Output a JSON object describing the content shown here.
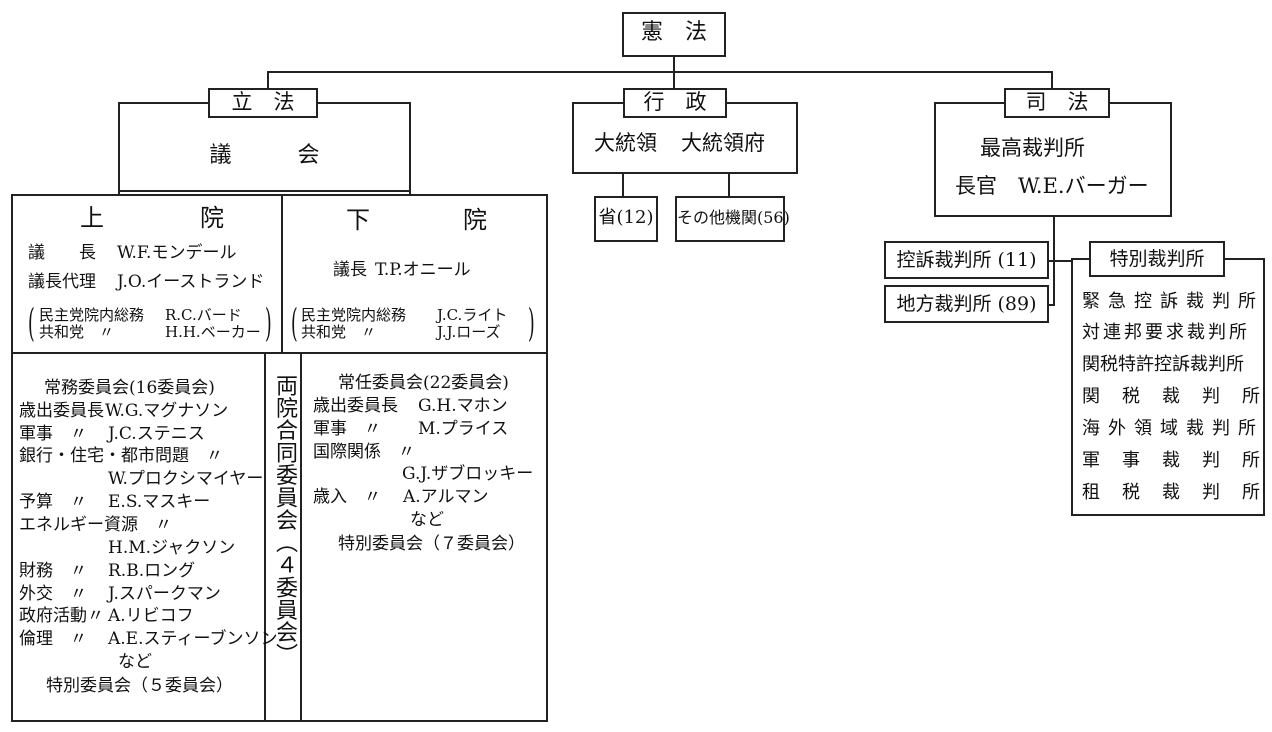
{
  "constitution": "憲　法",
  "legislative": {
    "label": "立　法",
    "congress": "議　　　会",
    "senate": {
      "title_a": "上",
      "title_b": "院",
      "officers": [
        {
          "role": "議　　長",
          "name": "W.F.モンデール"
        },
        {
          "role": "議長代理",
          "name": "J.O.イーストランド"
        }
      ],
      "whips": [
        {
          "role": "民主党院内総務",
          "name": "R.C.バード"
        },
        {
          "role": "共和党　〃",
          "name": "H.H.ベーカー"
        }
      ],
      "committees_heading": "常務委員会(16委員会)",
      "committees": [
        {
          "role": "歳出委員長",
          "name": "W.G.マグナソン"
        },
        {
          "role": "軍事　〃",
          "name": "J.C.ステニス"
        },
        {
          "role": "銀行・住宅・都市問題　〃",
          "name": "W.プロクシマイヤー"
        },
        {
          "role": "予算　〃",
          "name": "E.S.マスキー"
        },
        {
          "role": "エネルギー資源　〃",
          "name": "H.M.ジャクソン"
        },
        {
          "role": "財務　〃",
          "name": "R.B.ロング"
        },
        {
          "role": "外交　〃",
          "name": "J.スパークマン"
        },
        {
          "role": "政府活動〃",
          "name": "A.リビコフ"
        },
        {
          "role": "倫理　〃",
          "name": "A.E.スティーブンソン"
        }
      ],
      "etc": "など",
      "special": "特別委員会（５委員会）"
    },
    "house": {
      "title_a": "下",
      "title_b": "院",
      "speaker": {
        "role": "議長",
        "name": "T.P.オニール"
      },
      "whips": [
        {
          "role": "民主党院内総務",
          "name": "J.C.ライト"
        },
        {
          "role": "共和党　〃",
          "name": "J.J.ローズ"
        }
      ],
      "committees_heading": "常任委員会(22委員会)",
      "committees": [
        {
          "role": "歳出委員長",
          "name": "G.H.マホン"
        },
        {
          "role": "軍事　〃",
          "name": "M.プライス"
        },
        {
          "role": "国際関係　〃",
          "name": "G.J.ザブロッキー"
        },
        {
          "role": "歳入　〃",
          "name": "A.アルマン"
        }
      ],
      "etc": "など",
      "special": "特別委員会（７委員会）"
    },
    "joint": {
      "label": "両院合同委員会",
      "count": "４委員会"
    }
  },
  "executive": {
    "label": "行　政",
    "president": "大統領",
    "office": "大統領府",
    "ministries": "省(12)",
    "other": "その他機関(56)"
  },
  "judicial": {
    "label": "司　法",
    "supreme": "最高裁判所",
    "chief": "長官　W.E.バーガー",
    "appeals": "控訴裁判所 (11)",
    "district": "地方裁判所 (89)",
    "special_heading": "特別裁判所",
    "special_courts": [
      "緊急控訴裁判所",
      "対連邦要求裁判所",
      "関税特許控訴裁判所",
      "関税裁判所",
      "海外領域裁判所",
      "軍事裁判所",
      "租税裁判所"
    ]
  }
}
